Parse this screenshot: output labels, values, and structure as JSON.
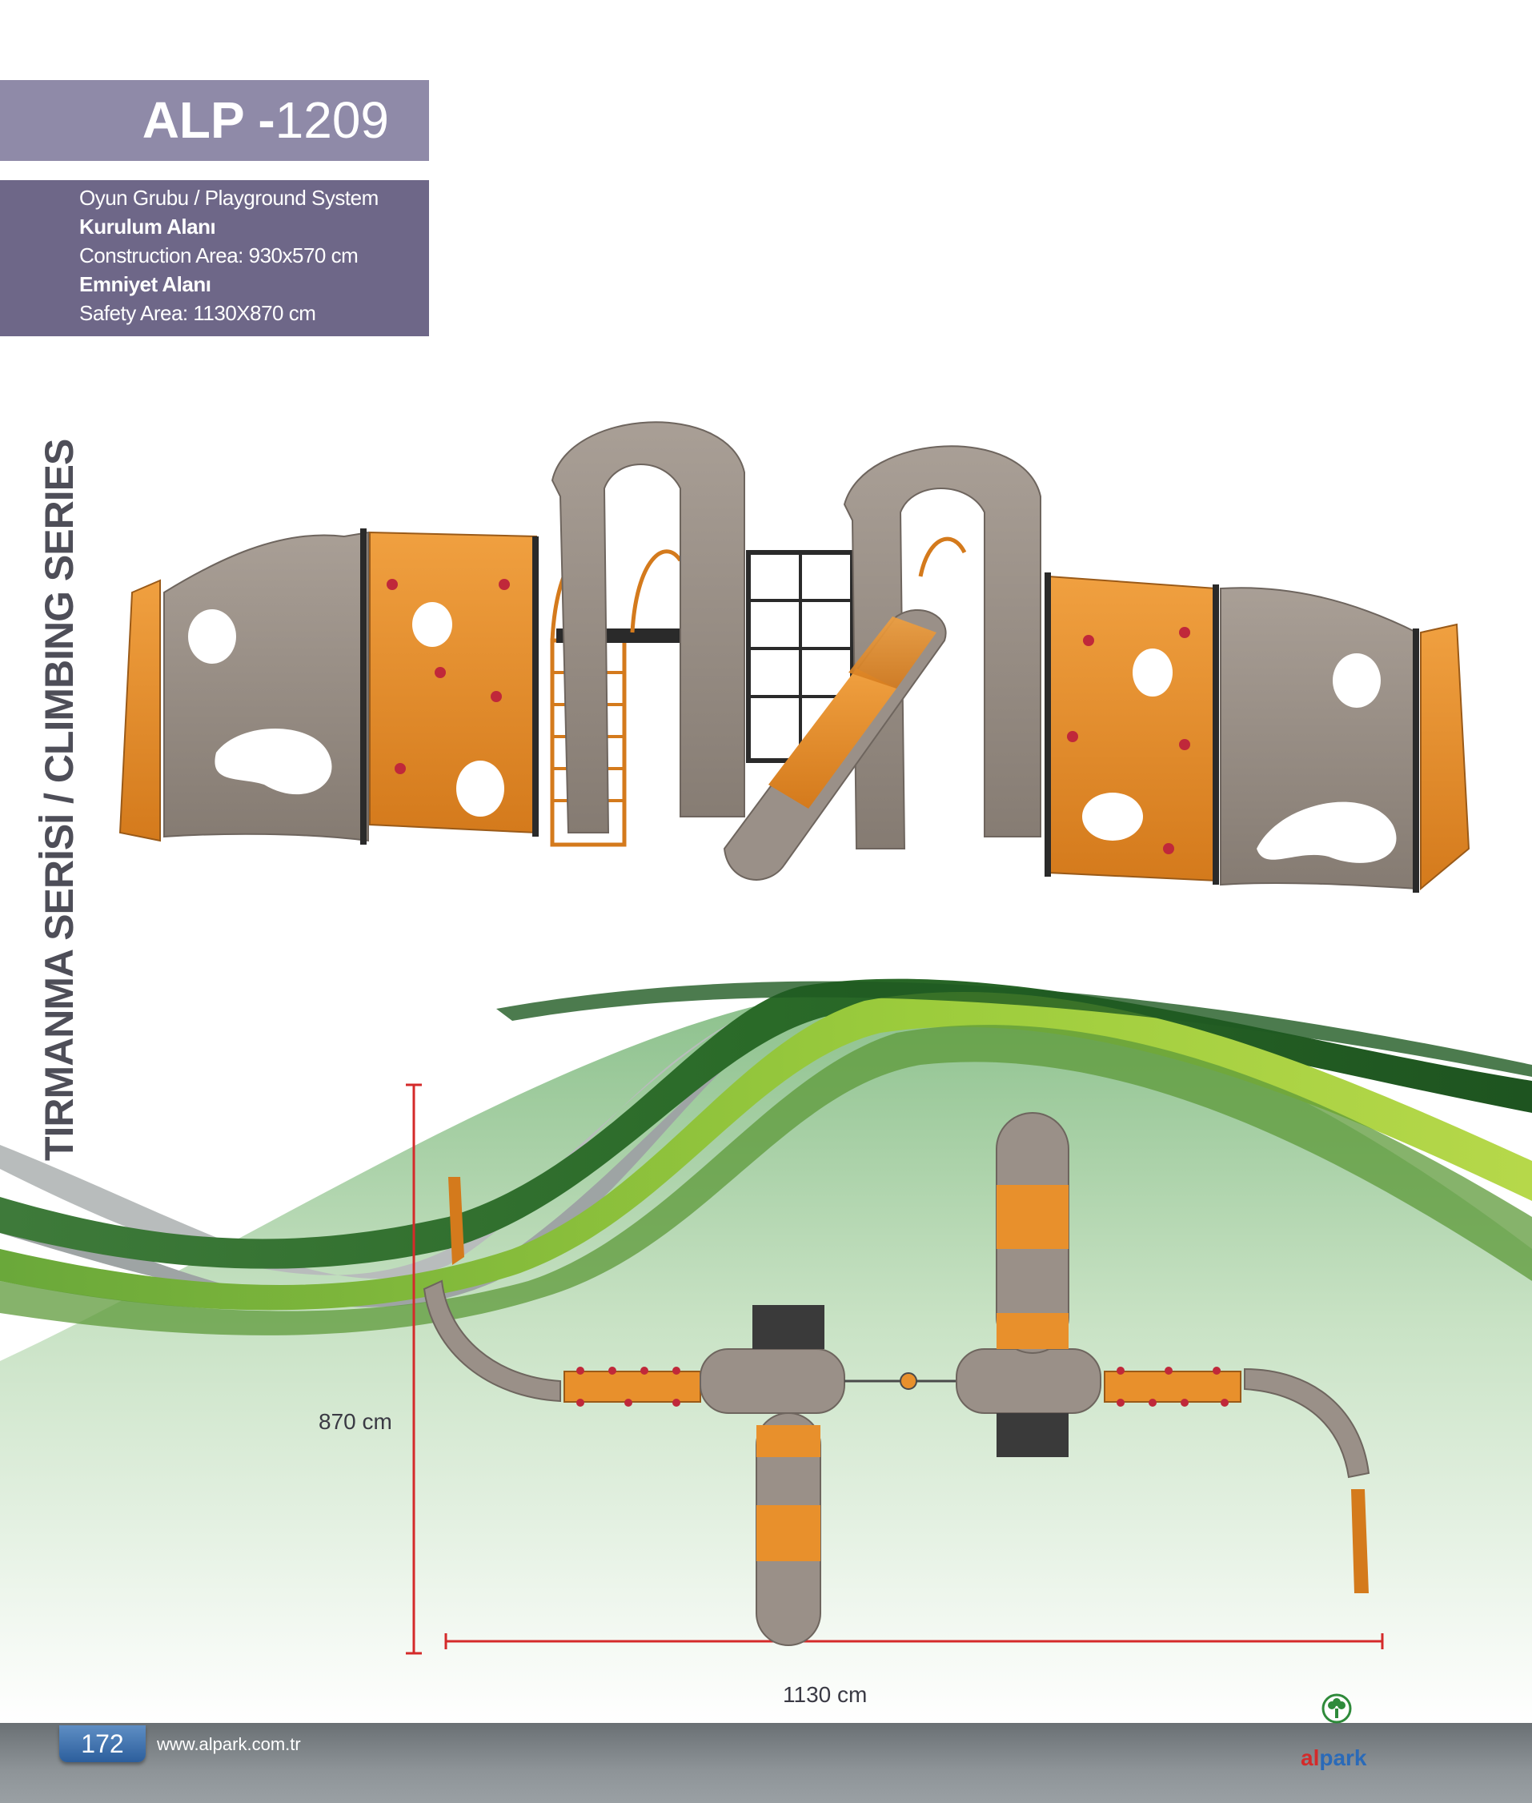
{
  "header": {
    "model_prefix": "ALP -",
    "model_number": "1209"
  },
  "info": {
    "line1": "Oyun Grubu / Playground System",
    "line2": "Kurulum Alanı",
    "line3": "Construction Area: 930x570 cm",
    "line4": "Emniyet Alanı",
    "line5": "Safety Area: 1130X870 cm"
  },
  "side_title": "TIRMANMA  SERİSİ / CLIMBING SERIES",
  "dimensions": {
    "height": "870 cm",
    "width": "1130 cm"
  },
  "footer": {
    "page_number": "172",
    "url": "www.alpark.com.tr",
    "logo_part1": "al",
    "logo_part2": "park"
  },
  "colors": {
    "title_bar": "#8f8aa8",
    "info_box": "#6e6788",
    "accent_orange": "#e8902c",
    "rock_gray": "#9a9088",
    "green_dark": "#2e6b2a",
    "green_light": "#8cc23e",
    "dimension_red": "#d42a2a"
  }
}
